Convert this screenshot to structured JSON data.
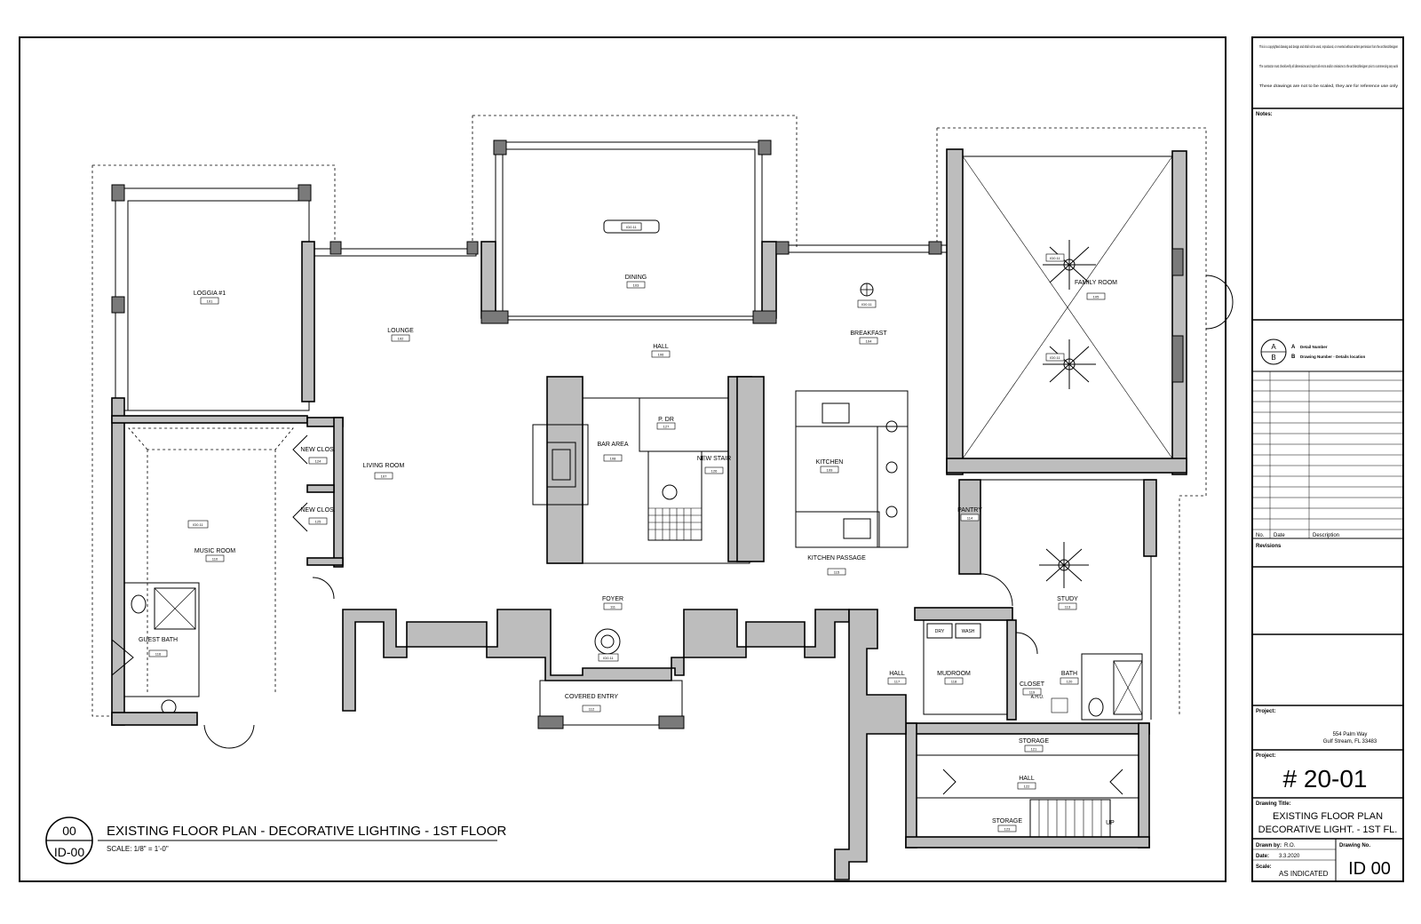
{
  "rooms": [
    {
      "name": "LOGGIA #1",
      "tag": "101"
    },
    {
      "name": "LOUNGE",
      "tag": "102"
    },
    {
      "name": "DINING",
      "tag": "103"
    },
    {
      "name": "BREAKFAST",
      "tag": "104"
    },
    {
      "name": "FAMILY ROOM",
      "tag": "105"
    },
    {
      "name": "HALL",
      "tag": "106"
    },
    {
      "name": "LIVING ROOM",
      "tag": "107"
    },
    {
      "name": "BAR AREA",
      "tag": "108"
    },
    {
      "name": "KITCHEN",
      "tag": "109"
    },
    {
      "name": "MUSIC ROOM",
      "tag": "110"
    },
    {
      "name": "FOYER",
      "tag": "111"
    },
    {
      "name": "COVERED ENTRY",
      "tag": "112"
    },
    {
      "name": "STUDY",
      "tag": "113"
    },
    {
      "name": "PANTRY",
      "tag": "114"
    },
    {
      "name": "KITCHEN PASSAGE",
      "tag": "115"
    },
    {
      "name": "GUEST BATH",
      "tag": "116"
    },
    {
      "name": "HALL",
      "tag": "117"
    },
    {
      "name": "MUDROOM",
      "tag": "118"
    },
    {
      "name": "CLOSET",
      "tag": "119"
    },
    {
      "name": "BATH",
      "tag": "120"
    },
    {
      "name": "STORAGE",
      "tag": "121"
    },
    {
      "name": "HALL",
      "tag": "122"
    },
    {
      "name": "STORAGE",
      "tag": "123"
    },
    {
      "name": "NEW CLOS.",
      "tag": "124"
    },
    {
      "name": "NEW CLOS.",
      "tag": "125"
    },
    {
      "name": "NEW STAIR",
      "tag": "126"
    },
    {
      "name": "P. DR",
      "tag": "127"
    }
  ],
  "fixture_tag": "ID0.11",
  "appliances": {
    "dry": "DRY",
    "wash": "WASH",
    "ahu": "A.H.U.",
    "up": "UP"
  },
  "drawing_title": {
    "number_top": "00",
    "number_bottom": "ID-00",
    "title": "EXISTING FLOOR PLAN - DECORATIVE LIGHTING - 1ST FLOOR",
    "scale": "SCALE: 1/8\" = 1'-0\""
  },
  "title_block": {
    "notes_list": [
      "This is a copyrighted drawing and design and shall not be used, reproduced, or reverted without written permission from the architect/designer",
      "The contractor must check/verify all dimensions and report all errors and/or omissions to the architect/designer prior to commencing any work",
      "These drawings are not to be scaled, they are for reference use only"
    ],
    "notes_label": "Notes:",
    "legend_a": "A",
    "legend_b": "B",
    "legend_a_text": "Detail Number",
    "legend_b_text": "Drawing Number - Details location",
    "rev_no": "No.",
    "rev_date": "Date",
    "rev_desc": "Description",
    "revisions_label": "Revisions",
    "project_label": "Project:",
    "address_1": "554 Palm Way",
    "address_2": "Gulf Stream, FL 33483",
    "project_no_label": "Project:",
    "project_no": "# 20-01",
    "drawing_title_label": "Drawing Title:",
    "drawing_title_1": "EXISTING FLOOR PLAN",
    "drawing_title_2": "DECORATIVE LIGHT. - 1ST FL.",
    "drawn_by_label": "Drawn by:",
    "drawn_by": "R.O.",
    "date_label": "Date:",
    "date": "3.3.2020",
    "scale_label": "Scale:",
    "scale": "AS INDICATED",
    "drawing_no_label": "Drawing No.",
    "drawing_no": "ID 00"
  }
}
